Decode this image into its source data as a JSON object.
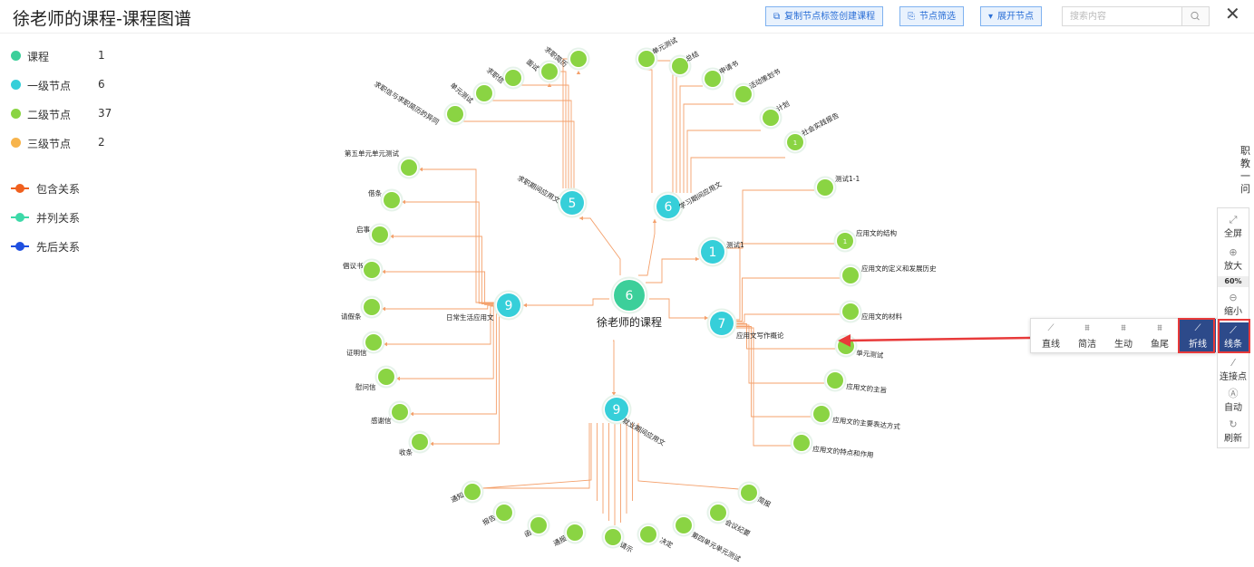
{
  "header": {
    "title": "徐老师的课程-课程图谱",
    "btn_copy": "复制节点标签创建课程",
    "btn_filter": "节点筛选",
    "btn_expand": "展开节点",
    "search_placeholder": "搜索内容",
    "close_label": "✕"
  },
  "legend": {
    "nodes": [
      {
        "name": "课程",
        "count": "1",
        "color": "#3ccf9a"
      },
      {
        "name": "一级节点",
        "count": "6",
        "color": "#36cfd9"
      },
      {
        "name": "二级节点",
        "count": "37",
        "color": "#8ad443"
      },
      {
        "name": "三级节点",
        "count": "2",
        "color": "#f7b44c"
      }
    ],
    "relations": [
      {
        "name": "包含关系",
        "color": "#f0601e"
      },
      {
        "name": "并列关系",
        "color": "#3dd9a8"
      },
      {
        "name": "先后关系",
        "color": "#1e4fe0"
      }
    ]
  },
  "graph": {
    "root": {
      "label": "徐老师的课程",
      "badge": "6"
    },
    "level1": [
      {
        "label": "求职期间应用文",
        "badge": "5"
      },
      {
        "label": "学习期间应用文",
        "badge": "6"
      },
      {
        "label": "测试1",
        "badge": "1"
      },
      {
        "label": "应用文写作概论",
        "badge": "7"
      },
      {
        "label": "日常生活应用文",
        "badge": "9"
      },
      {
        "label": "就业期间应用文",
        "badge": "9"
      }
    ],
    "level2": {
      "job": [
        "求职简历",
        "面试",
        "求职信",
        "单元测试",
        "求职信与求职简历的异同"
      ],
      "study": [
        "单元测试",
        "总结",
        "申请书",
        "活动策划书",
        "计划",
        "社会实践报告"
      ],
      "test": [
        "测试1-1"
      ],
      "intro": [
        "应用文的结构",
        "应用文的定义和发展历史",
        "应用文的材料",
        "单元测试",
        "应用文的主旨",
        "应用文的主要表达方式",
        "应用文的特点和作用"
      ],
      "daily": [
        "第五单元单元测试",
        "借条",
        "启事",
        "倡议书",
        "请假条",
        "证明信",
        "慰问信",
        "感谢信",
        "收条"
      ],
      "employ": [
        "通知",
        "报告",
        "函",
        "通报",
        "请示",
        "决定",
        "第四单元单元测试",
        "会议纪要",
        "简报"
      ]
    },
    "level2_badges": {
      "study_6": "1",
      "intro_1": "1"
    }
  },
  "line_styles": {
    "items": [
      "直线",
      "简洁",
      "生动",
      "鱼尾",
      "折线"
    ],
    "active": "折线"
  },
  "toolbar": {
    "fullscreen": "全屏",
    "zoom_in": "放大",
    "zoom_level": "60%",
    "zoom_out": "缩小",
    "line": "线条",
    "connect": "连接点",
    "auto": "自动",
    "refresh": "刷新"
  },
  "side_text": "职教一问",
  "colors": {
    "root": "#3ccf9a",
    "level1": "#36cfd9",
    "level2": "#8ad443",
    "edge": "#f4a06b",
    "accent": "#2d4a8a",
    "highlight": "#e83a3a"
  }
}
